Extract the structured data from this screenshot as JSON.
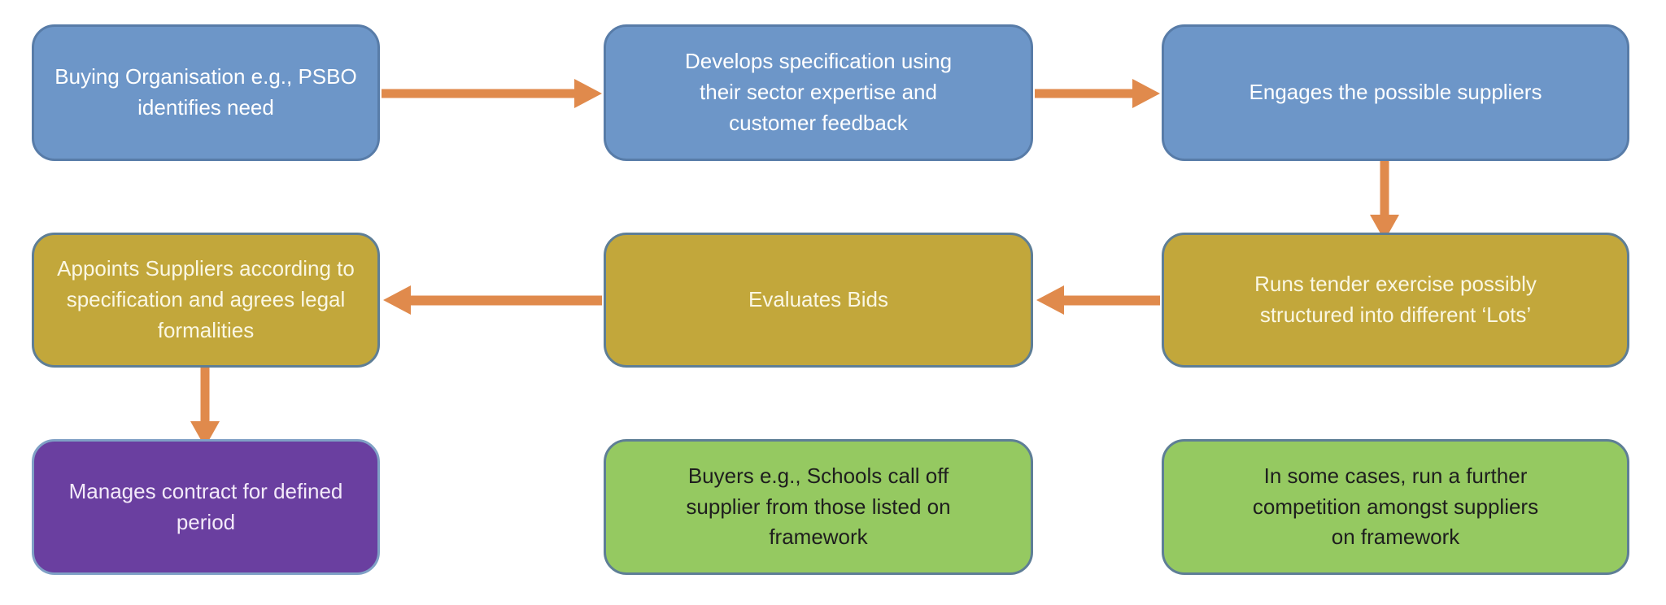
{
  "colors": {
    "background": "#ffffff",
    "box_blue": "#6D96C8",
    "box_gold": "#C2A73B",
    "box_purple": "#6A3FA0",
    "box_green": "#95C961",
    "border_blue": "#587CA8",
    "border_slate": "#5E7E96",
    "border_purple": "#7FA0C5",
    "arrow": "#E08A4C",
    "text_on_blue": "#FFFFFF",
    "text_on_gold": "#FAF7E3",
    "text_on_purple": "#F3EAF9",
    "text_on_green": "#1E1E1E"
  },
  "boxes": [
    {
      "id": "identifies-need",
      "color": "blue",
      "label": "Buying Organisation e.g., PSBO\nidentifies need"
    },
    {
      "id": "develops-specification",
      "color": "blue",
      "label": "Develops specification using\ntheir sector expertise and\ncustomer feedback"
    },
    {
      "id": "engages-suppliers",
      "color": "blue",
      "label": "Engages the possible suppliers"
    },
    {
      "id": "appoints-suppliers",
      "color": "gold",
      "label": "Appoints Suppliers according to\nspecification and agrees legal\nformalities"
    },
    {
      "id": "evaluates-bids",
      "color": "gold",
      "label": "Evaluates Bids"
    },
    {
      "id": "runs-tender",
      "color": "gold",
      "label": "Runs tender exercise possibly\nstructured into different ‘Lots’"
    },
    {
      "id": "manages-contract",
      "color": "purple",
      "label": "Manages contract for defined\nperiod"
    },
    {
      "id": "buyers-call-off",
      "color": "green",
      "label": "Buyers e.g., Schools call off\nsupplier from those listed on\nframework"
    },
    {
      "id": "further-competition",
      "color": "green",
      "label": "In some cases, run a further\ncompetition amongst suppliers\non framework"
    }
  ],
  "arrows": [
    {
      "from": "identifies-need",
      "to": "develops-specification",
      "direction": "right"
    },
    {
      "from": "develops-specification",
      "to": "engages-suppliers",
      "direction": "right"
    },
    {
      "from": "engages-suppliers",
      "to": "runs-tender",
      "direction": "down"
    },
    {
      "from": "runs-tender",
      "to": "evaluates-bids",
      "direction": "left"
    },
    {
      "from": "evaluates-bids",
      "to": "appoints-suppliers",
      "direction": "left"
    },
    {
      "from": "appoints-suppliers",
      "to": "manages-contract",
      "direction": "down"
    }
  ]
}
